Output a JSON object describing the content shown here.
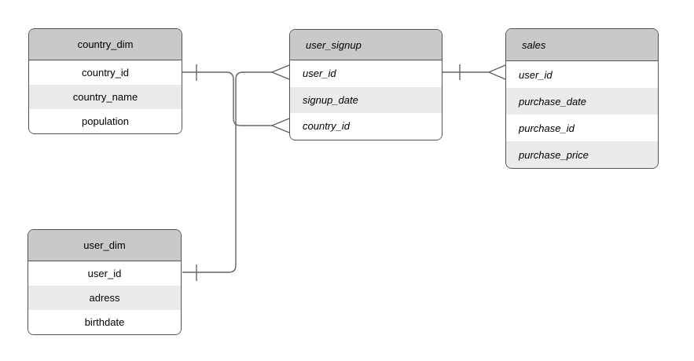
{
  "diagram": {
    "entities": [
      {
        "id": "country_dim",
        "title": "country_dim",
        "italic": false,
        "align": "center",
        "fields": [
          "country_id",
          "country_name",
          "population"
        ]
      },
      {
        "id": "user_dim",
        "title": "user_dim",
        "italic": false,
        "align": "center",
        "fields": [
          "user_id",
          "adress",
          "birthdate"
        ]
      },
      {
        "id": "user_signup",
        "title": "user_signup",
        "italic": true,
        "align": "left",
        "fields": [
          "user_id",
          "signup_date",
          "country_id"
        ]
      },
      {
        "id": "sales",
        "title": "sales",
        "italic": true,
        "align": "left",
        "fields": [
          "user_id",
          "purchase_date",
          "purchase_id",
          "purchase_price"
        ]
      }
    ],
    "relationships": [
      {
        "from": "country_dim.country_id",
        "to": "user_signup.country_id",
        "from_cardinality": "one",
        "to_cardinality": "many"
      },
      {
        "from": "user_dim.user_id",
        "to": "user_signup.user_id",
        "from_cardinality": "one",
        "to_cardinality": "many"
      },
      {
        "from": "user_signup.user_id",
        "to": "sales.user_id",
        "from_cardinality": "one",
        "to_cardinality": "many"
      }
    ],
    "colors": {
      "header_fill": "#c9c9c9",
      "row_fill": "#ffffff",
      "row_alt_fill": "#ebebeb",
      "border": "#545454",
      "line": "#646464",
      "text": "#000000",
      "background": "#ffffff"
    }
  }
}
